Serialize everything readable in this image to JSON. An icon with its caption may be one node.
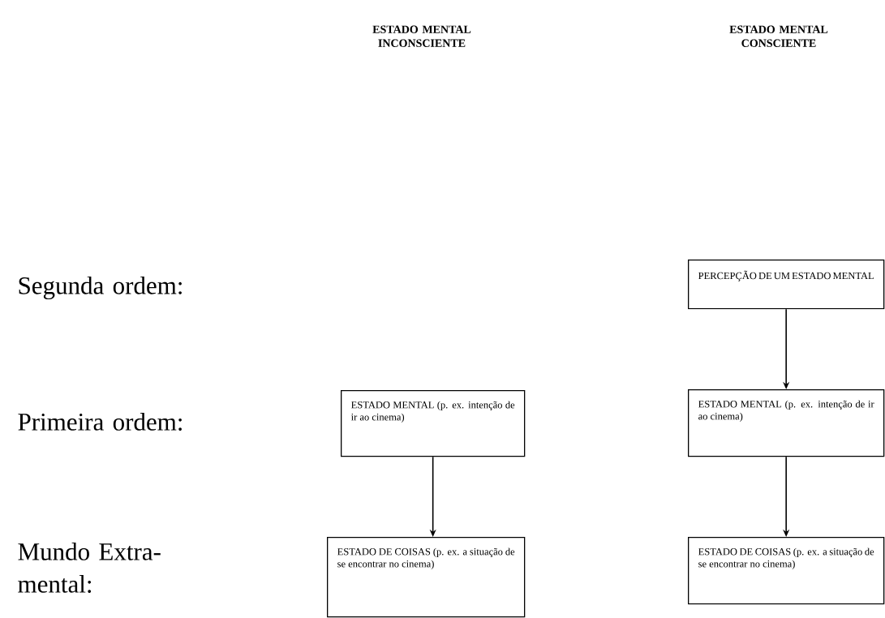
{
  "diagram": {
    "nodes": [
      {
        "text": [
          "PERCEPÇÃO DE UM ESTADO MENTAL"
        ]
      },
      {
        "text": [
          "ESTADO MENTAL (p. ex. intenção de ir ao cinema)"
        ]
      },
      {
        "text": [
          "ESTADO MENTAL (p. ex. intenção de ir ao cinema)"
        ]
      },
      {
        "text": [
          "ESTADO DE COISAS (p. ex. a situação de se encontrar no cinema)"
        ]
      },
      {
        "text": [
          "ESTADO DE COISAS (p. ex. a situação de se encontrar no cinema)"
        ]
      }
    ],
    "edges": [
      {
        "from": 0,
        "to": 2,
        "arrow": "to"
      },
      {
        "from": 1,
        "to": 3,
        "arrow": "to"
      },
      {
        "from": 2,
        "to": 4,
        "arrow": "to"
      }
    ],
    "labels": [
      "ESTADO MENTAL INCONSCIENTE",
      "ESTADO MENTAL CONSCIENTE",
      "Segunda ordem:",
      "Primeira ordem:",
      "Mundo Extra-mental:"
    ]
  }
}
